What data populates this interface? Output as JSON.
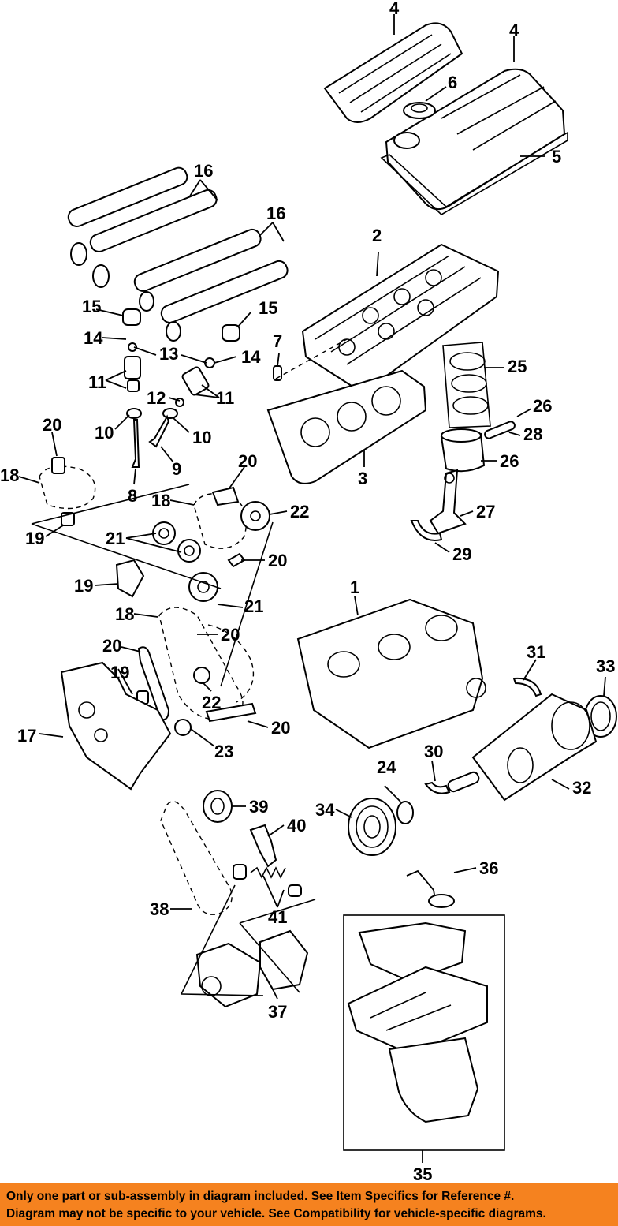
{
  "footer": {
    "line1": "Only one part or sub-assembly in diagram included. See Item Specifics for Reference #.",
    "line2": "Diagram may not be specific to your vehicle. See Compatibility for vehicle-specific diagrams."
  },
  "callouts": {
    "c1": "1",
    "c2": "2",
    "c3": "3",
    "c4a": "4",
    "c4b": "4",
    "c5": "5",
    "c6": "6",
    "c7": "7",
    "c8": "8",
    "c9": "9",
    "c10a": "10",
    "c10b": "10",
    "c11a": "11",
    "c11b": "11",
    "c12": "12",
    "c13": "13",
    "c14a": "14",
    "c14b": "14",
    "c15a": "15",
    "c15b": "15",
    "c16a": "16",
    "c16b": "16",
    "c17": "17",
    "c18a": "18",
    "c18b": "18",
    "c18c": "18",
    "c19a": "19",
    "c19b": "19",
    "c19c": "19",
    "c20a": "20",
    "c20b": "20",
    "c20c": "20",
    "c20d": "20",
    "c20e": "20",
    "c20f": "20",
    "c21a": "21",
    "c21b": "21",
    "c22a": "22",
    "c22b": "22",
    "c23": "23",
    "c24": "24",
    "c25": "25",
    "c26a": "26",
    "c26b": "26",
    "c27": "27",
    "c28": "28",
    "c29": "29",
    "c30": "30",
    "c31": "31",
    "c32": "32",
    "c33": "33",
    "c34": "34",
    "c35": "35",
    "c36": "36",
    "c37": "37",
    "c38": "38",
    "c39": "39",
    "c40": "40",
    "c41": "41"
  }
}
